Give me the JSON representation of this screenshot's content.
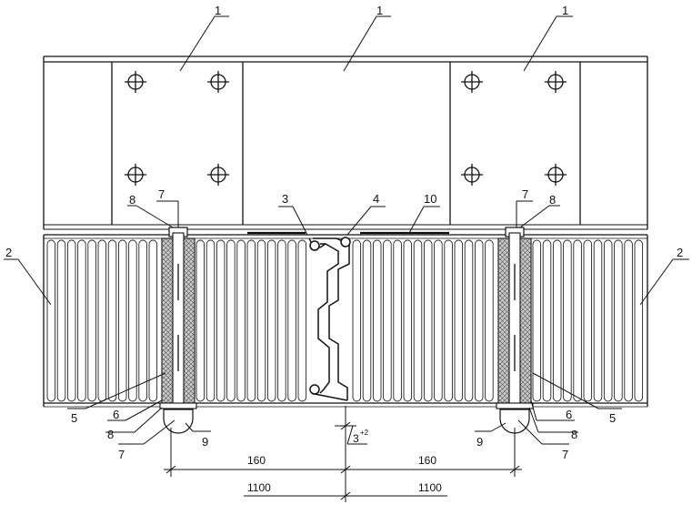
{
  "callouts": {
    "beam_left": "1",
    "beam_center": "1",
    "beam_right": "1",
    "panel_left": "2",
    "panel_right": "2",
    "joint_seal": "3",
    "joint_profile": "4",
    "top_strip": "10",
    "bolt_top_left": "7",
    "washer_top_left": "8",
    "bolt_top_right": "7",
    "washer_top_right": "8",
    "insulation_left": "5",
    "liner_left": "6",
    "washer_bottom_left": "8",
    "nut_bottom_left": "7",
    "cap_left": "9",
    "cap_right": "9",
    "washer_bottom_right": "8",
    "nut_bottom_right": "7",
    "liner_right": "6",
    "insulation_right": "5"
  },
  "dimensions": {
    "gap_base": "3",
    "gap_tolerance": "+2",
    "bolt_offset_left": "160",
    "bolt_offset_right": "160",
    "module_left": "1100",
    "module_right": "1100"
  }
}
